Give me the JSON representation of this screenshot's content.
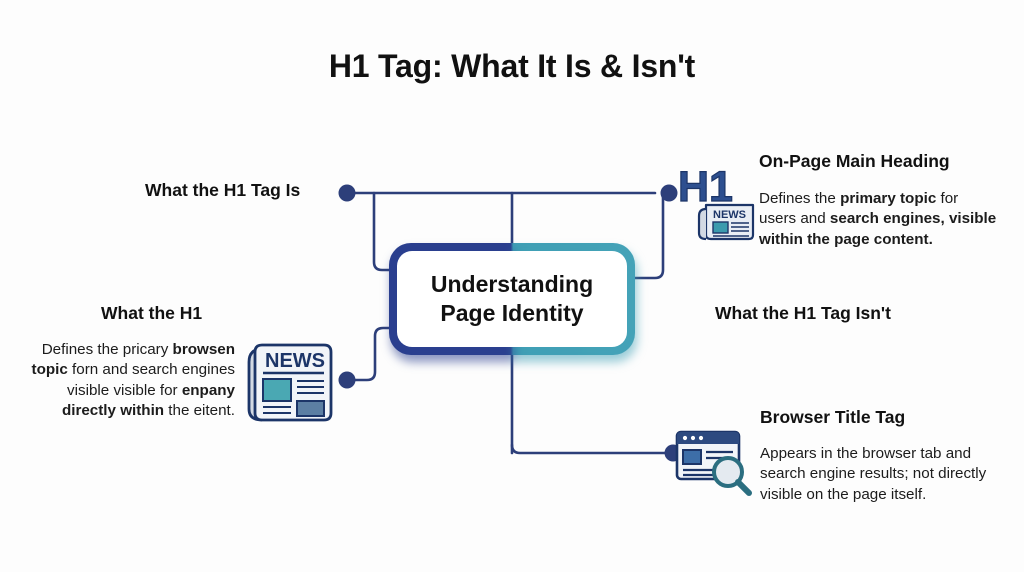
{
  "title": "H1 Tag: What It Is & Isn't",
  "center": {
    "line1": "Understanding",
    "line2": "Page Identity"
  },
  "labels": {
    "left_top": "What the H1 Tag Is",
    "right_middle": "What the H1 Tag Isn't"
  },
  "branches": {
    "top_right": {
      "title": "On-Page Main Heading",
      "body_segments": [
        {
          "text": "Defines the ",
          "bold": false
        },
        {
          "text": "primary topic",
          "bold": true
        },
        {
          "text": " for users and ",
          "bold": false
        },
        {
          "text": "search engines, visible within the page content.",
          "bold": true
        }
      ],
      "icon": "h1-news-icon"
    },
    "bottom_right": {
      "title": "Browser Title Tag",
      "body_segments": [
        {
          "text": "Appears in the browser tab and search engine results; not directly visible on the page itself.",
          "bold": false
        }
      ],
      "icon": "browser-search-icon"
    },
    "left_middle": {
      "title": "What the H1",
      "body_segments": [
        {
          "text": "Defines the pricary ",
          "bold": false
        },
        {
          "text": "browsen topic",
          "bold": true
        },
        {
          "text": " forn and search engines visible visible for ",
          "bold": false
        },
        {
          "text": "enpany directly within",
          "bold": true
        },
        {
          "text": " the eitent.",
          "bold": false
        }
      ],
      "icon": "newspaper-icon"
    }
  },
  "colors": {
    "navy": "#2a3f8f",
    "teal": "#3f9fb5",
    "connector": "#2d3f7a",
    "dot": "#2d3f7a",
    "text": "#111111",
    "background": "#fdfdfd"
  },
  "icon_labels": {
    "h1": "H1",
    "news": "NEWS",
    "news_small": "NEWS"
  }
}
